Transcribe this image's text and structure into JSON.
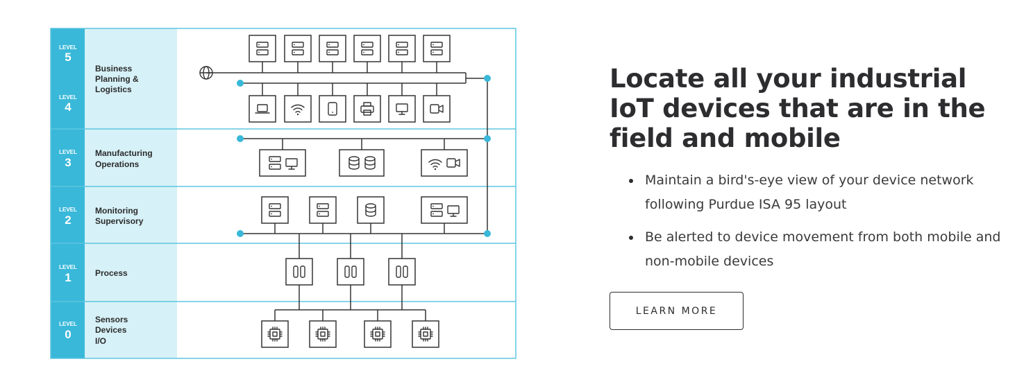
{
  "diagram": {
    "levels": [
      {
        "word": "LEVEL",
        "num": "5"
      },
      {
        "word": "LEVEL",
        "num": "4"
      },
      {
        "word": "LEVEL",
        "num": "3"
      },
      {
        "word": "LEVEL",
        "num": "2"
      },
      {
        "word": "LEVEL",
        "num": "1"
      },
      {
        "word": "LEVEL",
        "num": "0"
      }
    ],
    "categories": {
      "business": [
        "Business",
        "Planning &",
        "Logistics"
      ],
      "manufacturing": [
        "Manufacturing",
        "Operations"
      ],
      "monitoring": [
        "Monitoring",
        "Supervisory"
      ],
      "process": [
        "Process"
      ],
      "sensors": [
        "Sensors",
        "Devices",
        "I/O"
      ]
    },
    "colors": {
      "accent": "#39b8d9",
      "panel": "#d6f1f7",
      "border": "#5ec5df",
      "line": "#333333"
    },
    "icons": {
      "level5_devices": [
        "server-icon",
        "server-icon",
        "server-icon",
        "server-icon",
        "server-icon",
        "server-icon"
      ],
      "level4_devices": [
        "laptop-icon",
        "wifi-icon",
        "tablet-icon",
        "printer-icon",
        "monitor-icon",
        "camera-icon"
      ],
      "level3_devices": [
        "server-monitor-icon",
        "database-icon",
        "wifi-camera-icon"
      ],
      "level2_devices": [
        "server-icon",
        "server-icon",
        "database-icon",
        "server-monitor-icon"
      ],
      "level1_devices": [
        "plc-icon",
        "plc-icon",
        "plc-icon"
      ],
      "level0_devices": [
        "chip-icon",
        "chip-icon",
        "chip-icon",
        "chip-icon"
      ],
      "globe": "globe-icon"
    }
  },
  "content": {
    "headline": "Locate all your industrial IoT devices that are in the field and mobile",
    "bullets": [
      "Maintain a bird's-eye view of your device network following Purdue ISA 95 layout",
      "Be alerted to device movement from both mobile and non-mobile devices"
    ],
    "cta_label": "LEARN MORE"
  }
}
